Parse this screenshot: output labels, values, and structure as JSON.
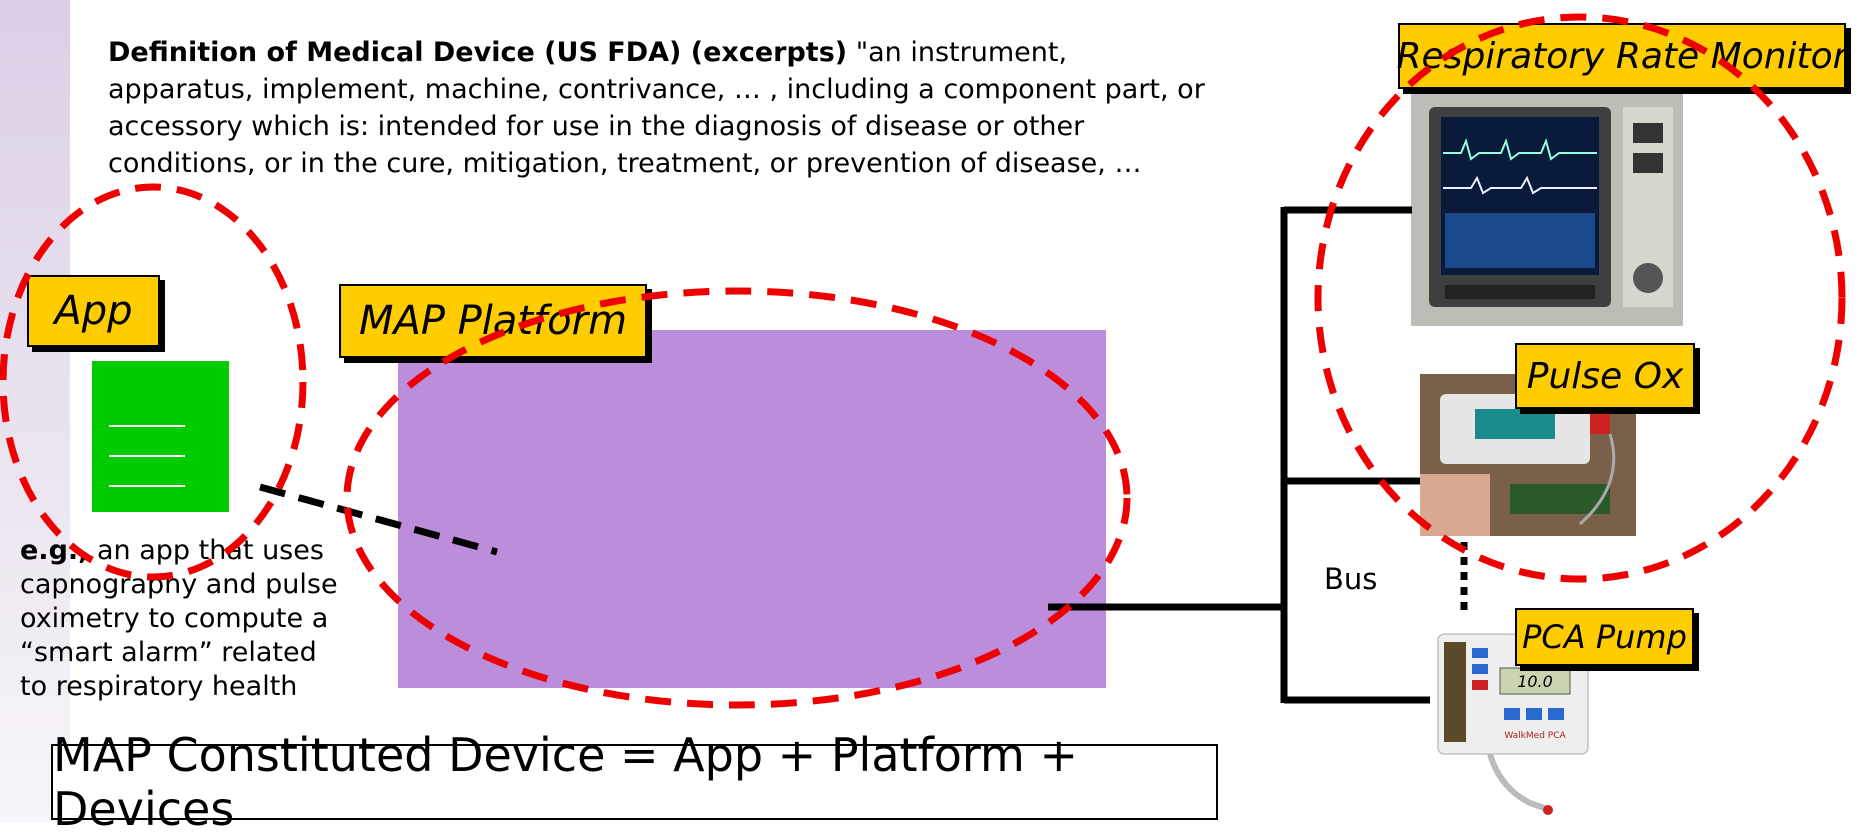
{
  "definition": {
    "bold": "Definition of Medical Device (US FDA) (excerpts)",
    "text": " \"an instrument, apparatus, implement, machine, contrivance, … , including a component part, or accessory which is: intended for use in the diagnosis of disease or other conditions, or in the cure, mitigation, treatment, or prevention of disease, …"
  },
  "labels": {
    "app": "App",
    "platform": "MAP Platform",
    "respiratory_monitor": "Respiratory Rate Monitor",
    "pulse_ox": "Pulse Ox",
    "pca_pump": "PCA Pump",
    "bus": "Bus"
  },
  "example": {
    "bold": "e.g.,",
    "text": " an app that uses capnography and pulse oximetry to compute a “smart alarm” related to respiratory health"
  },
  "equation": "MAP Constituted Device = App + Platform + Devices",
  "pump_display": "10.0",
  "pump_brand": "WalkMed PCA",
  "colors": {
    "label_fill": "#ffcc00",
    "app_fill": "#00cc00",
    "platform_fill": "#bb8ddb",
    "highlight_dash": "#ee0000"
  }
}
